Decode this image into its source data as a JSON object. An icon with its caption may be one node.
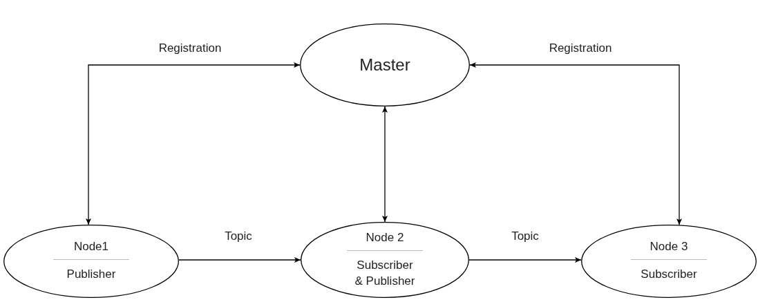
{
  "diagram": {
    "nodes": [
      {
        "text": [
          "Master"
        ]
      },
      {
        "text": [
          "Node1",
          "Publisher"
        ]
      },
      {
        "text": [
          "Node 2",
          "Subscriber & Publisher"
        ]
      },
      {
        "text": [
          "Node 3",
          "Subscriber"
        ]
      }
    ],
    "edges": [
      {
        "from": 0,
        "to": 1,
        "arrow": "both",
        "label": "Registration"
      },
      {
        "from": 0,
        "to": 3,
        "arrow": "both",
        "label": "Registration"
      },
      {
        "from": 0,
        "to": 2,
        "arrow": "both"
      },
      {
        "from": 1,
        "to": 2,
        "arrow": "to",
        "label": "Topic"
      },
      {
        "from": 2,
        "to": 3,
        "arrow": "to",
        "label": "Topic"
      }
    ]
  }
}
